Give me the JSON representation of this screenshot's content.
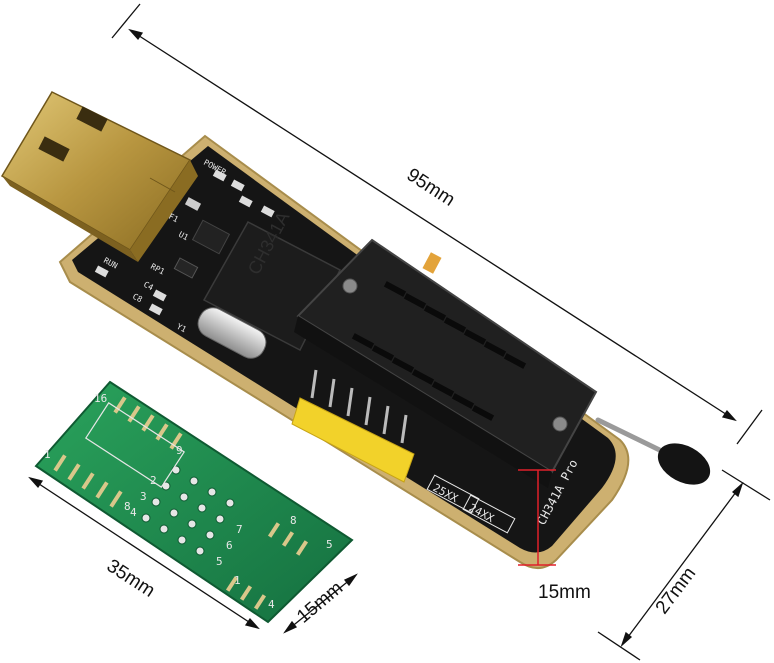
{
  "dimensions": {
    "length": "95mm",
    "width": "27mm",
    "height": "15mm",
    "adapter_length": "35mm",
    "adapter_width": "15mm"
  },
  "board_labels": {
    "power": "POWER",
    "run": "RUN",
    "rp1": "RP1",
    "c4": "C4",
    "c8": "C8",
    "y1": "Y1",
    "u1": "U1",
    "f1": "F1",
    "chip": "CH341A",
    "series_a": "25XX",
    "series_b": "24XX",
    "model": "CH341A Pro"
  },
  "adapter_labels": {
    "pin16": "16",
    "pin1": "1",
    "pin9": "9",
    "pin8": "8",
    "pin5": "5",
    "pin4": "4",
    "left2": "2",
    "left3": "3",
    "left4": "4",
    "right5": "5",
    "right6": "6",
    "right7": "7",
    "right8": "8",
    "low1": "1",
    "low4": "4"
  },
  "colors": {
    "pcb_black": "#151515",
    "pcb_gold": "#cdb070",
    "pcb_green": "#1e8a4a",
    "usb_gold": "#b89640",
    "header_yellow": "#f2d22a",
    "dimension_red": "#e0202a"
  }
}
